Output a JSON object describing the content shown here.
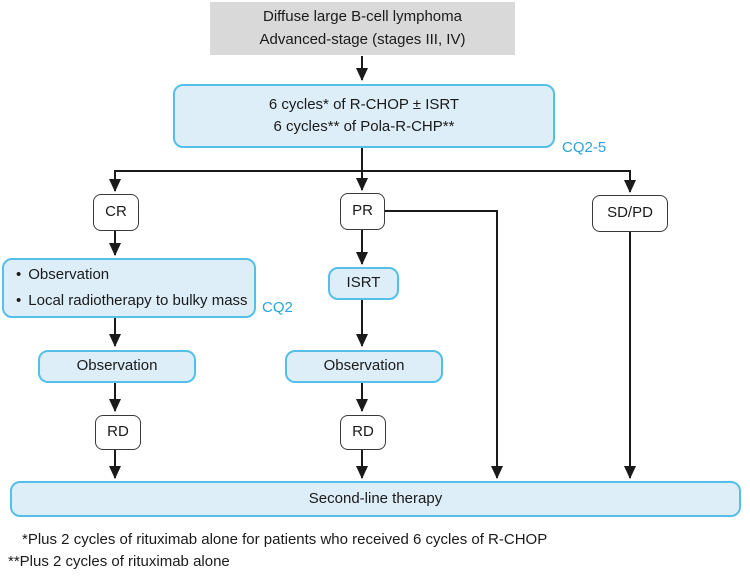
{
  "diagram": {
    "title_box": {
      "line1": "Diffuse large B-cell lymphoma",
      "line2": "Advanced-stage (stages III, IV)"
    },
    "treatment_box": {
      "line1": "6 cycles* of R-CHOP ± ISRT",
      "line2": "6 cycles** of Pola-R-CHP**"
    },
    "cq25_label": "CQ2-5",
    "cq2_label": "CQ2",
    "response_cr": "CR",
    "response_pr": "PR",
    "response_sdpd": "SD/PD",
    "bullet_char": "•",
    "cr_options_box": {
      "items": [
        "Observation",
        "Local radiotherapy to bulky mass"
      ]
    },
    "isrt_box": "ISRT",
    "observation_left": "Observation",
    "observation_right": "Observation",
    "rd_left": "RD",
    "rd_right": "RD",
    "second_line_box": "Second-line therapy",
    "footnotes": {
      "line1": "*Plus 2 cycles of rituximab alone for patients who received 6 cycles of R-CHOP",
      "line2": "**Plus 2 cycles of rituximab alone"
    },
    "colors": {
      "blue_box_fill": "#ddeef8",
      "blue_box_border": "#54c0e8",
      "gray_box_fill": "#d9d9d9",
      "cq_label_color": "#29a3dc",
      "connector_color": "#1a1a1a"
    }
  }
}
